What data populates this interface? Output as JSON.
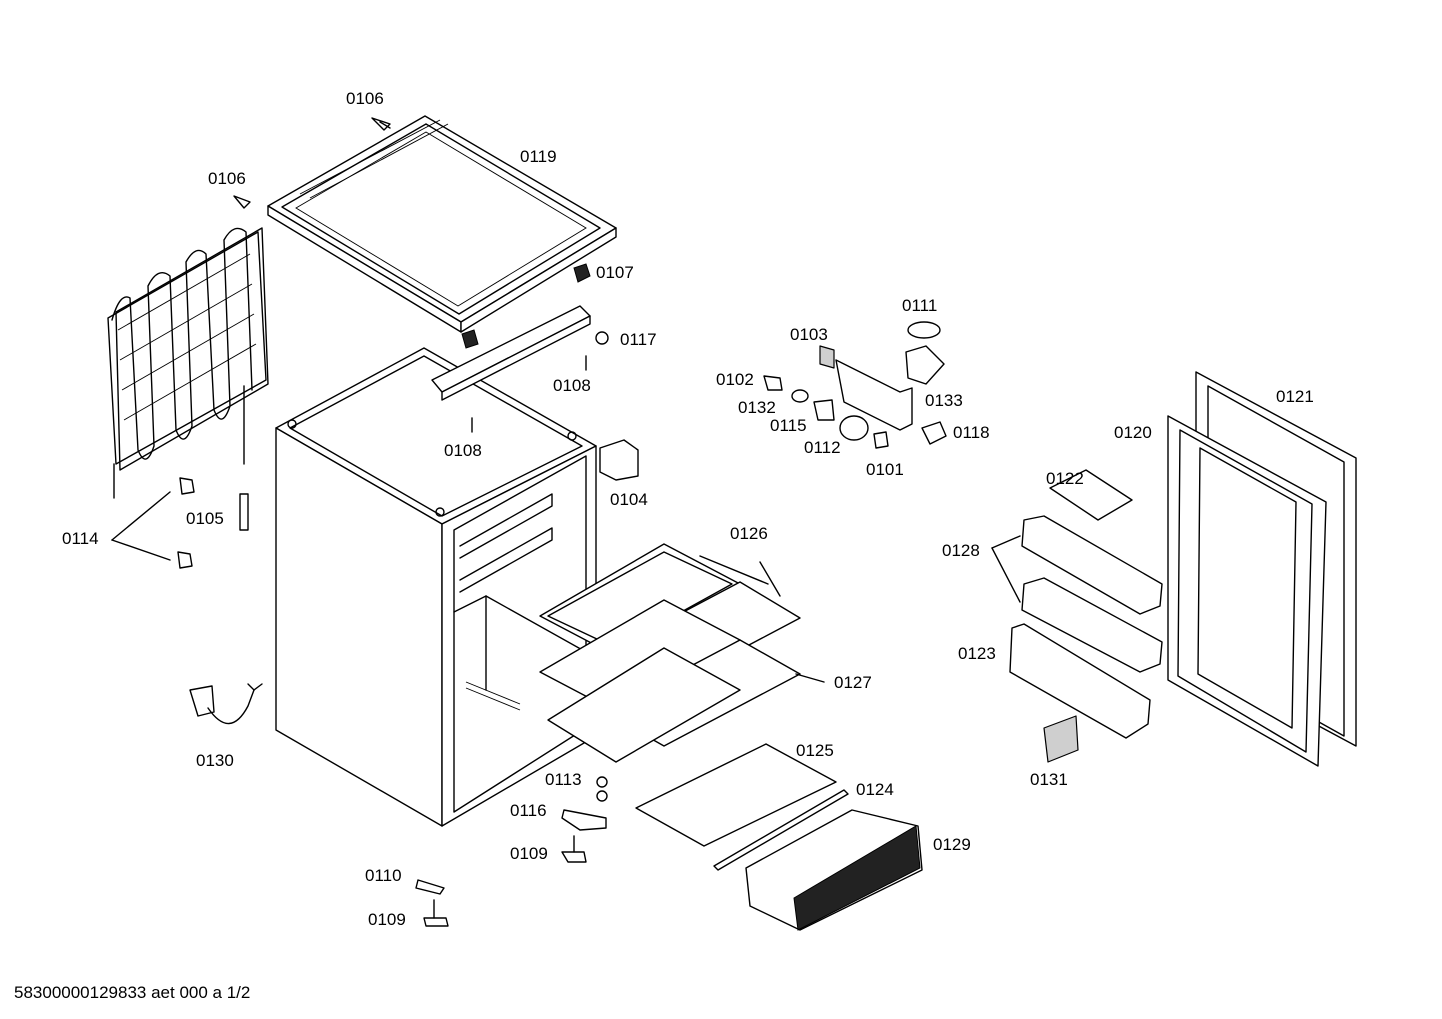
{
  "footer": "58300000129833 aet 000 a 1/2",
  "parts": {
    "p0101": "0101",
    "p0102": "0102",
    "p0103": "0103",
    "p0104": "0104",
    "p0105": "0105",
    "p0106a": "0106",
    "p0106b": "0106",
    "p0107": "0107",
    "p0108a": "0108",
    "p0108b": "0108",
    "p0109a": "0109",
    "p0109b": "0109",
    "p0110": "0110",
    "p0111": "0111",
    "p0112": "0112",
    "p0113": "0113",
    "p0114": "0114",
    "p0115": "0115",
    "p0116": "0116",
    "p0117": "0117",
    "p0118": "0118",
    "p0119": "0119",
    "p0120": "0120",
    "p0121": "0121",
    "p0122": "0122",
    "p0123": "0123",
    "p0124": "0124",
    "p0125": "0125",
    "p0126": "0126",
    "p0127": "0127",
    "p0128": "0128",
    "p0129": "0129",
    "p0130": "0130",
    "p0131": "0131",
    "p0132": "0132",
    "p0133": "0133"
  }
}
